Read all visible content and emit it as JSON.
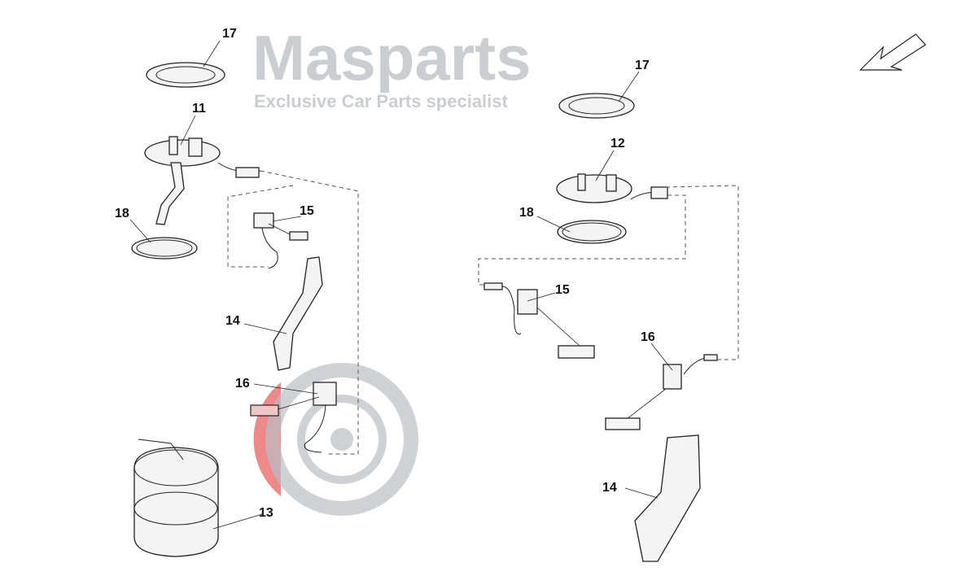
{
  "diagram": {
    "title": "Fuel pump and level sender assembly",
    "left_group": {
      "labels": [
        "17",
        "11",
        "18",
        "15",
        "14",
        "16",
        "13"
      ]
    },
    "right_group": {
      "labels": [
        "17",
        "12",
        "18",
        "15",
        "16",
        "14"
      ]
    },
    "orientation_icon": "arrow-down-left-icon"
  },
  "watermark": {
    "brand": "Masparts",
    "tagline": "Exclusive Car Parts specialist",
    "color": "#b9bec3",
    "accent": "#e23b3b"
  }
}
